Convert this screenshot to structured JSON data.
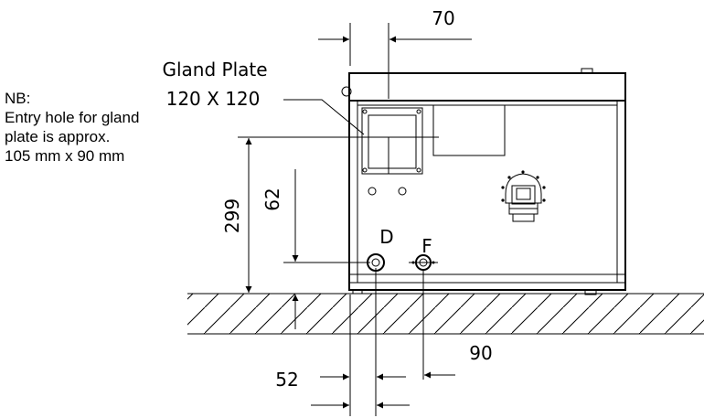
{
  "note": {
    "lines": [
      "NB:",
      "Entry hole for gland",
      "plate is approx.",
      "105 mm x 90 mm"
    ]
  },
  "gland_plate": {
    "title": "Gland Plate",
    "size": "120 X 120"
  },
  "dimensions": {
    "top_width": "70",
    "overall_height": "299",
    "gland_height": "62",
    "d_offset": "52",
    "f_offset": "90"
  },
  "connections": {
    "d": "D",
    "f": "F"
  }
}
